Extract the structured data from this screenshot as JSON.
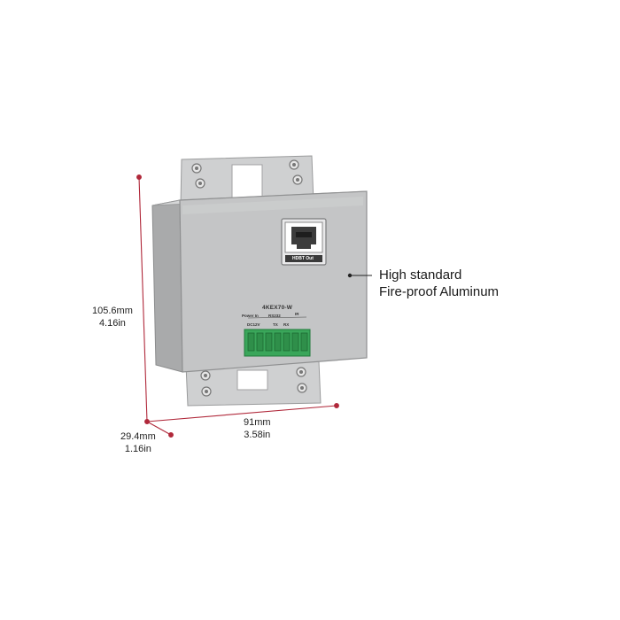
{
  "dimensions": {
    "height_mm": "105.6mm",
    "height_in": "4.16in",
    "width_mm": "91mm",
    "width_in": "3.58in",
    "depth_mm": "29.4mm",
    "depth_in": "1.16in"
  },
  "callout": {
    "line1": "High standard",
    "line2": "Fire-proof Aluminum"
  },
  "device": {
    "model": "4KEX70-W",
    "port_label": "HDBT Out",
    "power_label": "Power In",
    "rs232_label": "RS232",
    "ir_label": "IR",
    "pin_dc": "DC12V",
    "pin_tx": "TX",
    "pin_rx": "RX"
  },
  "colors": {
    "dimension_line": "#b0283a",
    "case": "#c4c5c6",
    "terminal": "#3aa65a"
  }
}
